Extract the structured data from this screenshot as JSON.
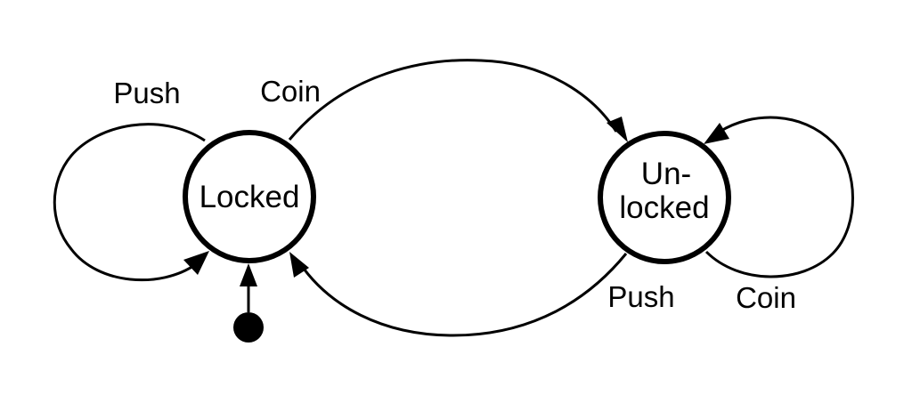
{
  "states": {
    "locked": {
      "label": "Locked"
    },
    "unlocked": {
      "label_line1": "Un-",
      "label_line2": "locked"
    }
  },
  "transitions": {
    "locked_push": {
      "label": "Push"
    },
    "locked_coin": {
      "label": "Coin"
    },
    "unlocked_push": {
      "label": "Push"
    },
    "unlocked_coin": {
      "label": "Coin"
    }
  },
  "colors": {
    "stroke": "#000000",
    "background": "#ffffff"
  },
  "initial_state": "locked"
}
